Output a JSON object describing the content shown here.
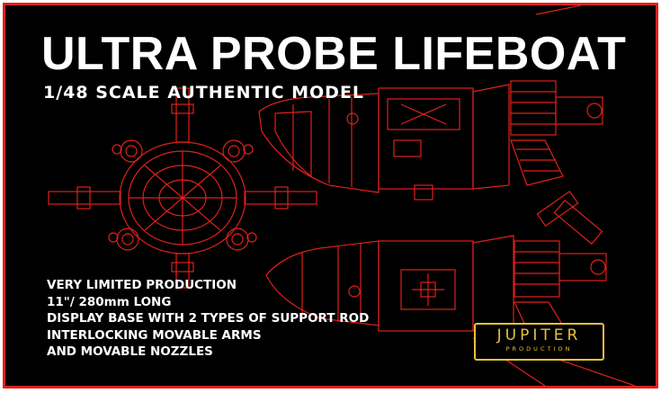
{
  "title": "ULTRA PROBE LIFEBOAT",
  "subtitle": "1/48 SCALE AUTHENTIC MODEL",
  "features": [
    "VERY LIMITED PRODUCTION",
    "11\"/ 280mm  LONG",
    "DISPLAY BASE WITH 2 TYPES OF SUPPORT ROD",
    "INTERLOCKING MOVABLE ARMS",
    "AND  MOVABLE  NOZZLES"
  ],
  "logo": {
    "brand": "JUPITER",
    "sub": "PRODUCTION"
  },
  "colors": {
    "background": "#000000",
    "line": "#e0201c",
    "text": "#ffffff",
    "logo": "#e8c23a"
  }
}
